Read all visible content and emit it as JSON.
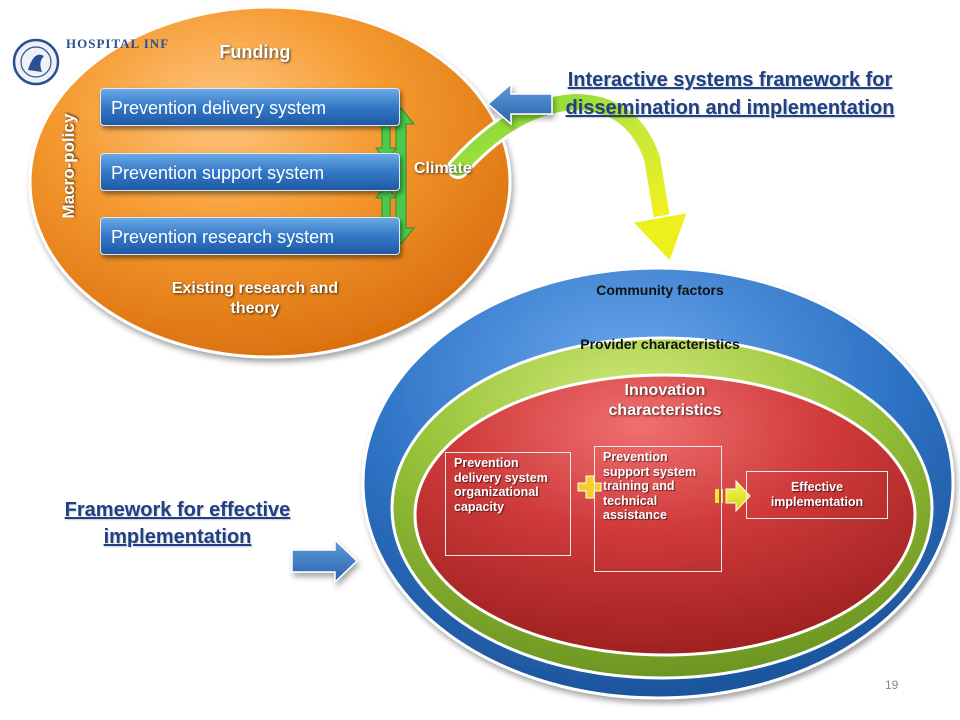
{
  "logo": {
    "text": "HOSPITAL INF"
  },
  "top_model": {
    "funding": "Funding",
    "macro_policy": "Macro-policy",
    "climate": "Climate",
    "existing_research": "Existing research and theory",
    "systems": [
      "Prevention delivery system",
      "Prevention support system",
      "Prevention research system"
    ]
  },
  "interactive_title": "Interactive systems framework for dissemination and implementation",
  "framework_title": "Framework for effective implementation",
  "bottom_model": {
    "community": "Community factors",
    "provider": "Provider characteristics",
    "innovation": "Innovation characteristics",
    "box_delivery": "Prevention delivery system organizational capacity",
    "box_support": "Prevention support system training and technical assistance",
    "box_effective": "Effective implementation"
  },
  "page_number": "19",
  "colors": {
    "orange": "#f08a1e",
    "blue": "#2e73c4",
    "green": "#8bb531",
    "red": "#c93434",
    "arrow_blue": "#3a78c4",
    "arrow_green": "#4cc84c",
    "arrow_yellow": "#e5ec1a"
  }
}
